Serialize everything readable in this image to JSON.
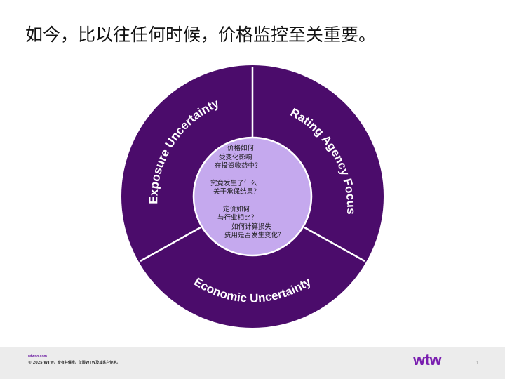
{
  "slide": {
    "title": "如今，比以往任何时候，价格监控至关重要。"
  },
  "diagram": {
    "segments": [
      {
        "label": "Exposure Uncertainty"
      },
      {
        "label": "Rating Agency Focus"
      },
      {
        "label": "Economic Uncertainty"
      }
    ],
    "center_groups": [
      [
        "价格如何",
        "受变化影响",
        "在投资收益中？"
      ],
      [
        "究竟发生了什么",
        "关于承保结果？"
      ],
      [
        "定价如何",
        "与行业相比？",
        "如何计算损失",
        "费用是否发生变化？"
      ]
    ],
    "colors": {
      "ring": "#4b0c6b",
      "center": "#c5a9ee",
      "text_light": "#ffffff"
    }
  },
  "footer": {
    "url": "wtwco.com",
    "copyright": "© 2025 WTW。专有并保密。仅限WTW及其客户使用。",
    "logo": "wtw",
    "page": "1"
  }
}
